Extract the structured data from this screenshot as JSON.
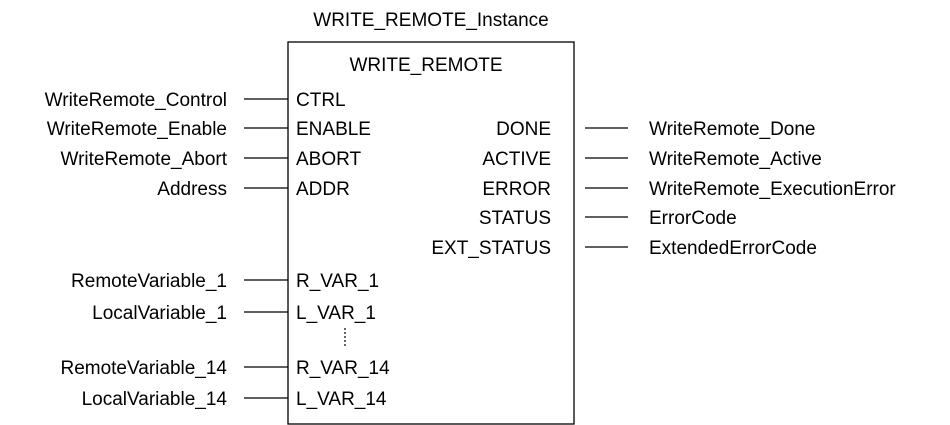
{
  "instance_name": "WRITE_REMOTE_Instance",
  "block": {
    "type_name": "WRITE_REMOTE",
    "inputs": [
      {
        "pin": "CTRL",
        "variable": "WriteRemote_Control"
      },
      {
        "pin": "ENABLE",
        "variable": "WriteRemote_Enable"
      },
      {
        "pin": "ABORT",
        "variable": "WriteRemote_Abort"
      },
      {
        "pin": "ADDR",
        "variable": "Address"
      },
      {
        "pin": "R_VAR_1",
        "variable": "RemoteVariable_1"
      },
      {
        "pin": "L_VAR_1",
        "variable": "LocalVariable_1"
      },
      {
        "pin": "R_VAR_14",
        "variable": "RemoteVariable_14"
      },
      {
        "pin": "L_VAR_14",
        "variable": "LocalVariable_14"
      }
    ],
    "outputs": [
      {
        "pin": "DONE",
        "variable": "WriteRemote_Done"
      },
      {
        "pin": "ACTIVE",
        "variable": "WriteRemote_Active"
      },
      {
        "pin": "ERROR",
        "variable": "WriteRemote_ExecutionError"
      },
      {
        "pin": "STATUS",
        "variable": "ErrorCode"
      },
      {
        "pin": "EXT_STATUS",
        "variable": "ExtendedErrorCode"
      }
    ]
  }
}
